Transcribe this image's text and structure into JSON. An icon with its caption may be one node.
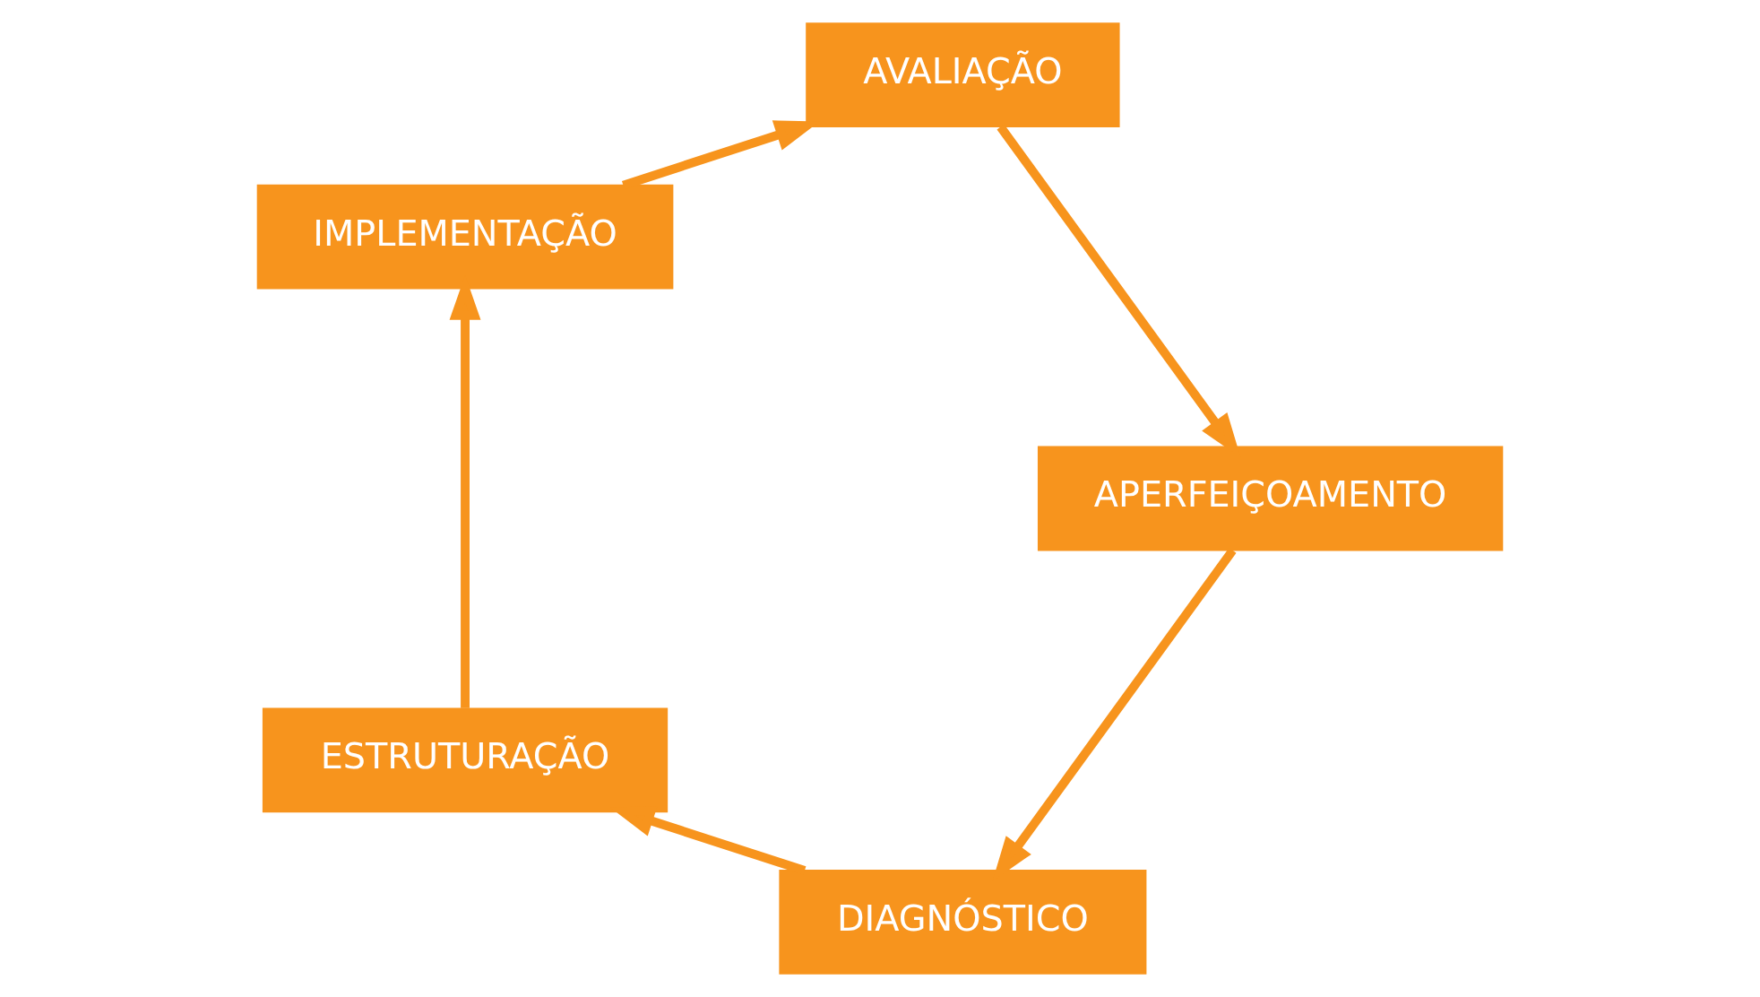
{
  "diagram": {
    "nodes": [
      {
        "text": [
          "DIAGNÓSTICO"
        ]
      },
      {
        "text": [
          "ESTRUTURAÇÃO"
        ]
      },
      {
        "text": [
          "IMPLEMENTAÇÃO"
        ]
      },
      {
        "text": [
          "AVALIAÇÃO"
        ]
      },
      {
        "text": [
          "APERFEIÇOAMENTO"
        ]
      }
    ],
    "edges": [
      {
        "from": 0,
        "to": 1,
        "arrow": "to"
      },
      {
        "from": 1,
        "to": 2,
        "arrow": "to"
      },
      {
        "from": 2,
        "to": 3,
        "arrow": "to"
      },
      {
        "from": 3,
        "to": 4,
        "arrow": "to"
      },
      {
        "from": 4,
        "to": 0,
        "arrow": "to"
      }
    ]
  }
}
